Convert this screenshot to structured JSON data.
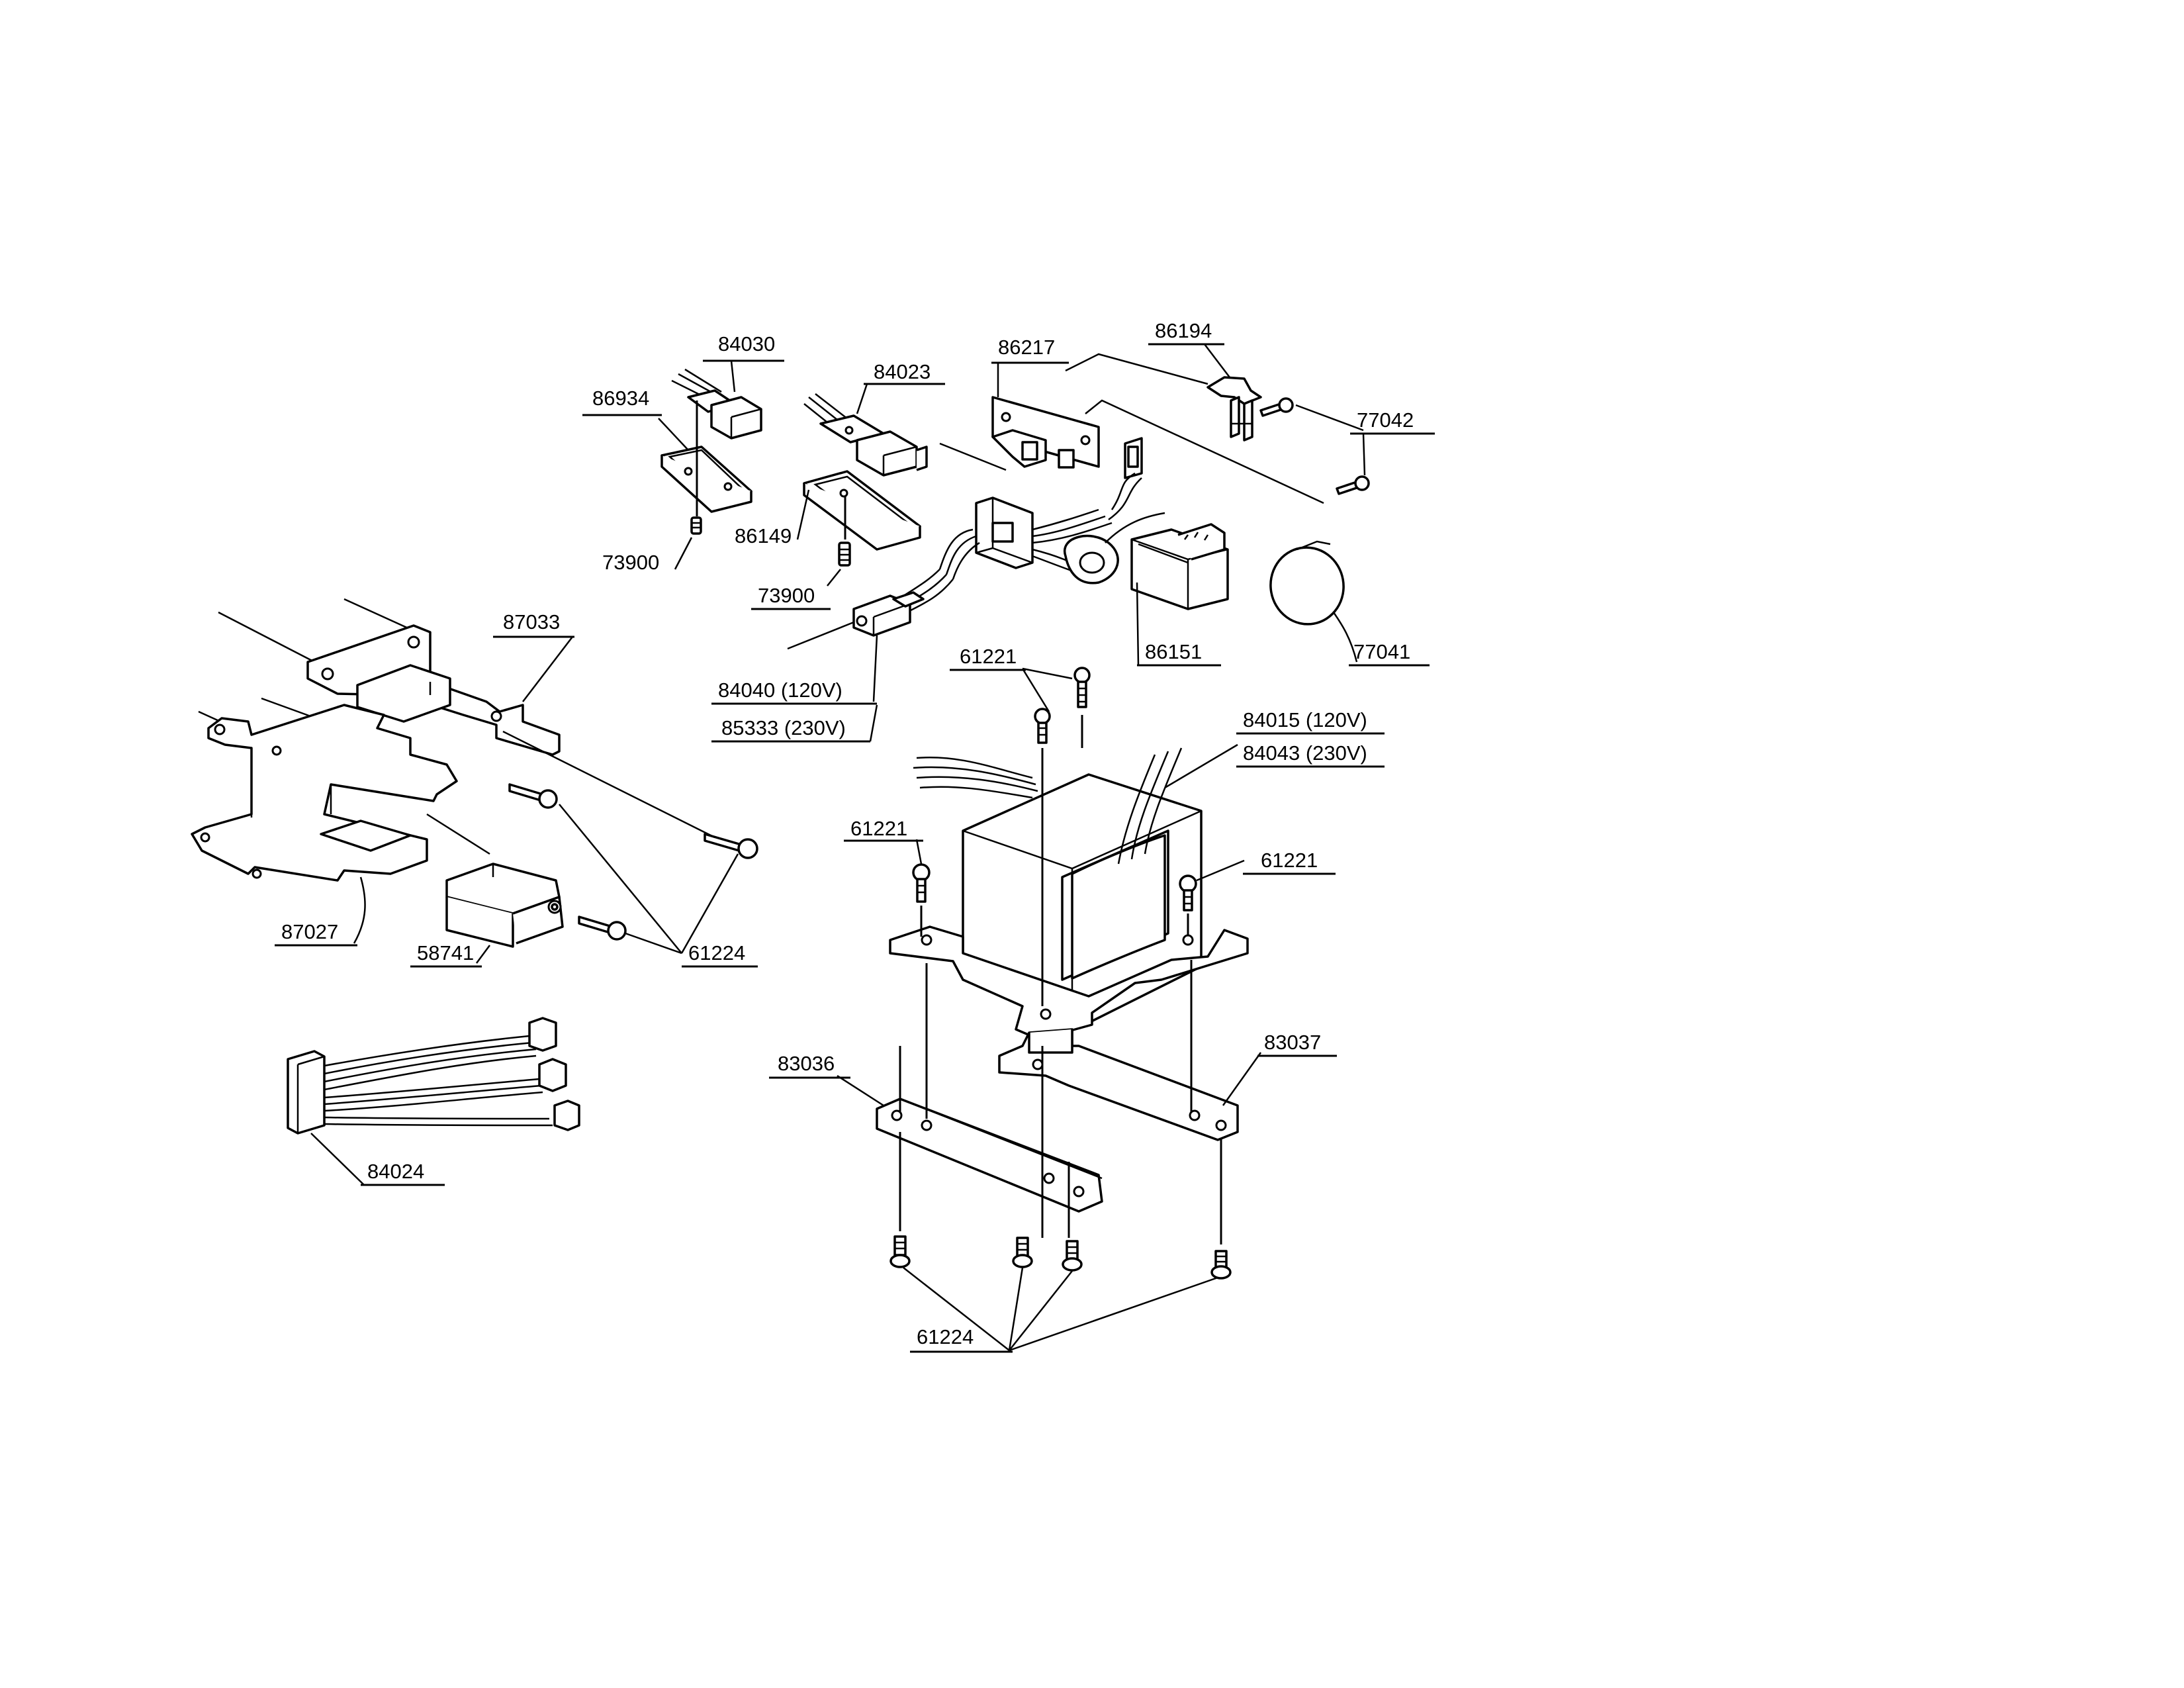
{
  "labels": {
    "p84030": "84030",
    "p86934": "86934",
    "p73900a": "73900",
    "p84023": "84023",
    "p86149": "86149",
    "p73900b": "73900",
    "p86217": "86217",
    "p86194": "86194",
    "p77042": "77042",
    "p86151": "86151",
    "p77041": "77041",
    "p87033": "87033",
    "p84040": "84040 (120V)",
    "p85333": "85333 (230V)",
    "p61221a": "61221",
    "p84015": "84015 (120V)",
    "p84043": "84043 (230V)",
    "p61221b": "61221",
    "p61221c": "61221",
    "p87027": "87027",
    "p58741": "58741",
    "p61224a": "61224",
    "p84024": "84024",
    "p83036": "83036",
    "p83037": "83037",
    "p61224b": "61224"
  }
}
